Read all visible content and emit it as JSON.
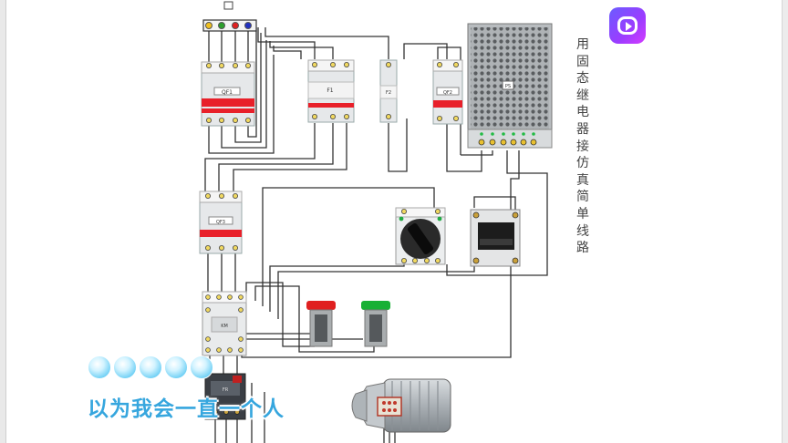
{
  "diagram": {
    "title": "用固态继电器接仿真简单线路",
    "component_labels": {
      "main_breaker": "QF1",
      "dp_breaker": "F1",
      "single_breaker": "F2",
      "psu_breaker": "QF2",
      "power_supply": "PS",
      "lower_breaker": "QF3",
      "contactor": "KM",
      "thermal_relay": "FR"
    },
    "components": [
      {
        "name": "terminal-block"
      },
      {
        "name": "main-breaker-4p"
      },
      {
        "name": "breaker-2p"
      },
      {
        "name": "breaker-1p"
      },
      {
        "name": "breaker-1p-psu"
      },
      {
        "name": "switching-power-supply"
      },
      {
        "name": "breaker-3p"
      },
      {
        "name": "rotary-selector-switch"
      },
      {
        "name": "solid-state-relay"
      },
      {
        "name": "ac-contactor"
      },
      {
        "name": "red-indicator-light"
      },
      {
        "name": "green-indicator-light"
      },
      {
        "name": "thermal-overload-relay"
      },
      {
        "name": "motor"
      }
    ]
  },
  "overlay": {
    "lyric_text": "以为我会一直一个人",
    "lyric_dots": 5,
    "app_logo": "video-app-logo"
  },
  "colors": {
    "breaker_red": "#e8202a",
    "wire": "#333333",
    "lyric": "#36a6de",
    "logo_start": "#6b5cff",
    "logo_end": "#d43cff",
    "indicator_red": "#e02020",
    "indicator_green": "#18b035"
  }
}
